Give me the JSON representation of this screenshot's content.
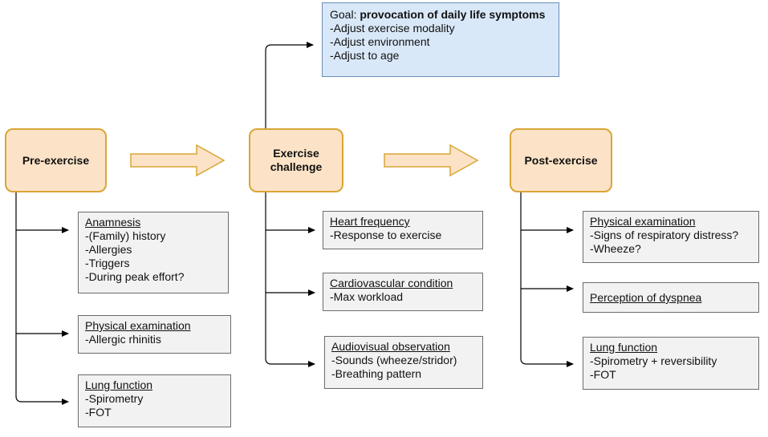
{
  "phases": {
    "pre": "Pre-exercise",
    "challenge_line1": "Exercise",
    "challenge_line2": "challenge",
    "post": "Post-exercise"
  },
  "goal": {
    "label": "Goal: ",
    "title": "provocation of daily life symptoms",
    "items": [
      "-Adjust exercise modality",
      "-Adjust environment",
      "-Adjust to age"
    ]
  },
  "pre_boxes": [
    {
      "heading": "Anamnesis ",
      "items": [
        "-(Family) history",
        "-Allergies",
        "-Triggers",
        "-During peak effort?"
      ]
    },
    {
      "heading": "Physical examination",
      "items": [
        "-Allergic rhinitis"
      ]
    },
    {
      "heading": "Lung function",
      "items": [
        "-Spirometry",
        "-FOT"
      ]
    }
  ],
  "challenge_boxes": [
    {
      "heading": "Heart frequency",
      "items": [
        "-Response to exercise"
      ]
    },
    {
      "heading": "Cardiovascular condition",
      "items": [
        "-Max workload"
      ]
    },
    {
      "heading": "Audiovisual observation",
      "items": [
        "-Sounds (wheeze/stridor)",
        "-Breathing pattern"
      ]
    }
  ],
  "post_boxes": [
    {
      "heading": "Physical examination",
      "items": [
        "-Signs of respiratory distress?",
        "-Wheeze?"
      ]
    },
    {
      "heading": "Perception of dyspnea",
      "items": []
    },
    {
      "heading": "Lung function",
      "items": [
        "-Spirometry + reversibility",
        "-FOT"
      ]
    }
  ],
  "colors": {
    "phase_fill": "#fce3c7",
    "phase_border": "#d8a636",
    "box_fill": "#f2f2f2",
    "goal_fill": "#d9e8f8",
    "arrow_fill": "#fce3c7"
  }
}
